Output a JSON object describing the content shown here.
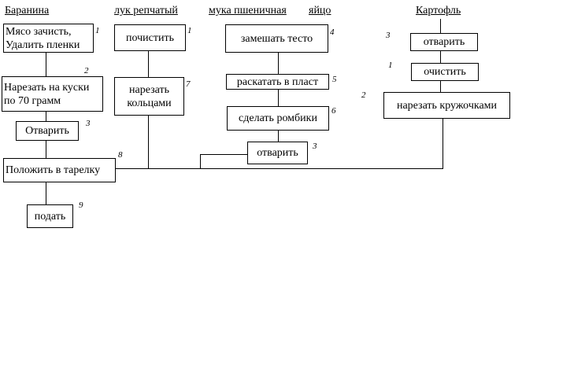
{
  "ingredients": {
    "lamb": "Баранина",
    "onion": "лук репчатый",
    "flour": "мука пшеничная",
    "egg": "яйцо",
    "potato": "Картофль"
  },
  "steps": {
    "lamb_clean": {
      "text": "Мясо зачисть,\nУдалить пленки",
      "num": "1"
    },
    "lamb_cut": {
      "text": "Нарезать на куски\nпо 70 грамм",
      "num": "2"
    },
    "lamb_boil": {
      "text": "Отварить",
      "num": "3"
    },
    "onion_peel": {
      "text": "почистить",
      "num": "1"
    },
    "onion_cut": {
      "text": "нарезать\nкольцами",
      "num": "7"
    },
    "dough_mix": {
      "text": "замешать тесто",
      "num": "4"
    },
    "dough_roll": {
      "text": "раскатать в пласт",
      "num": "5"
    },
    "dough_cut": {
      "text": "сделать ромбики",
      "num": "6"
    },
    "dough_boil": {
      "text": "отварить",
      "num": "3"
    },
    "potato_boil": {
      "text": "отварить",
      "num": "3"
    },
    "potato_peel": {
      "text": "очистить",
      "num": "1"
    },
    "potato_slice": {
      "text": "нарезать кружочками",
      "num": "2"
    },
    "plate": {
      "text": "Положить в тарелку",
      "num": "8"
    },
    "serve": {
      "text": "подать",
      "num": "9"
    }
  }
}
